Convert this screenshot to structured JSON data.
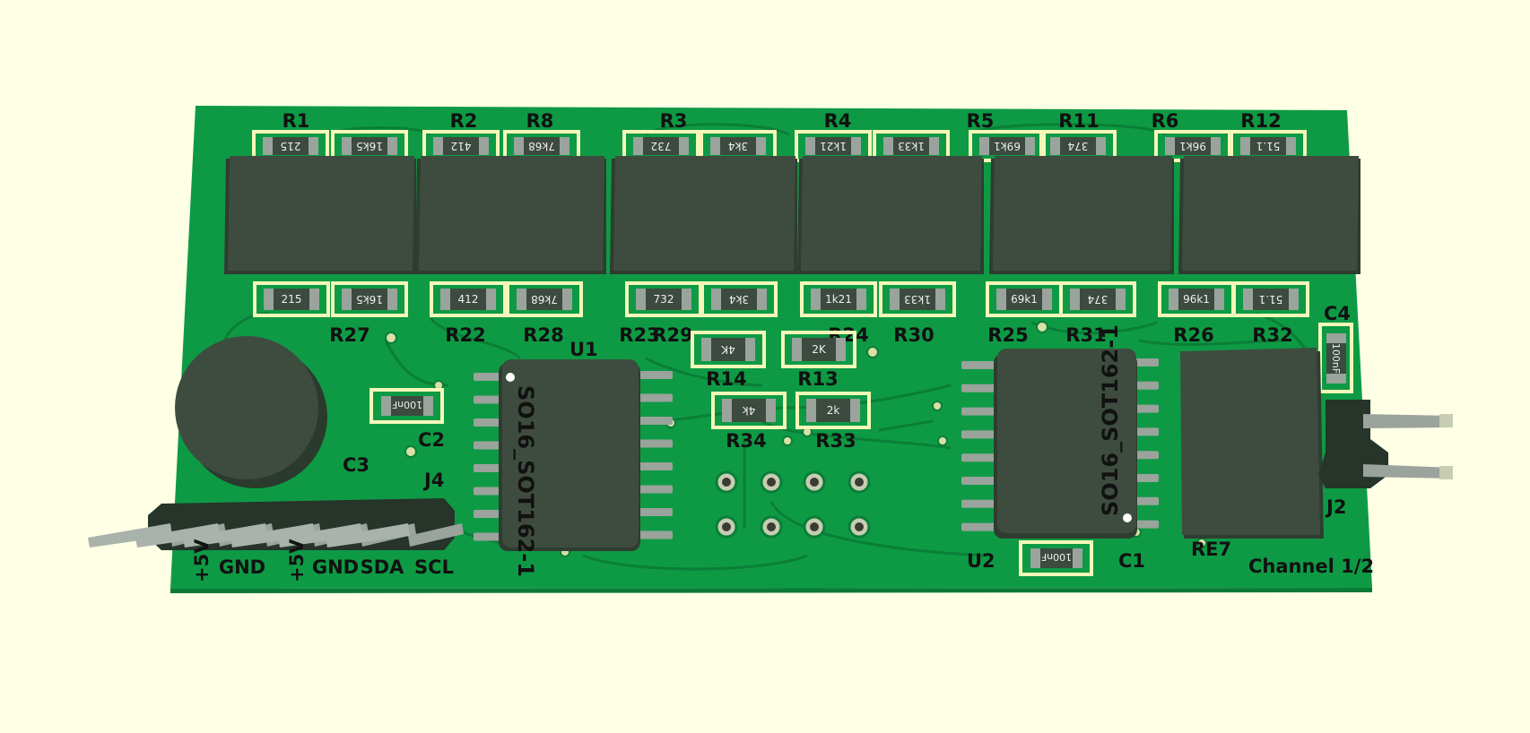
{
  "colors": {
    "background": "#ffffe5",
    "board": "#0e9a45",
    "trace": "#0a7e37",
    "silkscreen": "#f4f7b8",
    "package": "#3e4c3f",
    "metal": "#9aa39c"
  },
  "resistors_top": [
    {
      "ref": "R1",
      "value": "215"
    },
    {
      "ref": "",
      "value": "16k5"
    },
    {
      "ref": "R2",
      "value": "412"
    },
    {
      "ref": "R8",
      "value": "7k68"
    },
    {
      "ref": "R3",
      "value": "732"
    },
    {
      "ref": "",
      "value": "3k4"
    },
    {
      "ref": "R4",
      "value": "1k21"
    },
    {
      "ref": "",
      "value": "1k33"
    },
    {
      "ref": "R5",
      "value": "69k1"
    },
    {
      "ref": "R11",
      "value": "374"
    },
    {
      "ref": "R6",
      "value": "96k1"
    },
    {
      "ref": "R12",
      "value": "51.1"
    }
  ],
  "resistors_bottom": [
    {
      "ref": "R27",
      "value": "215"
    },
    {
      "ref": "",
      "value": "16k5"
    },
    {
      "ref": "R22",
      "value": "412"
    },
    {
      "ref": "R28",
      "value": "7k68"
    },
    {
      "ref": "R23",
      "value": "732"
    },
    {
      "ref": "R29",
      "value": "3k4"
    },
    {
      "ref": "R24",
      "value": "1k21"
    },
    {
      "ref": "R30",
      "value": "1k33"
    },
    {
      "ref": "R25",
      "value": "69k1"
    },
    {
      "ref": "R31",
      "value": "374"
    },
    {
      "ref": "R26",
      "value": "96k1"
    },
    {
      "ref": "R32",
      "value": "51.1"
    }
  ],
  "resistors_mid": [
    {
      "ref": "R14",
      "value": "4K"
    },
    {
      "ref": "R13",
      "value": "2K"
    },
    {
      "ref": "R34",
      "value": "4k"
    },
    {
      "ref": "R33",
      "value": "2k"
    }
  ],
  "capacitors": [
    {
      "ref": "C2",
      "value": "100nF"
    },
    {
      "ref": "C1",
      "value": "100nF"
    },
    {
      "ref": "C4",
      "value": "100nF"
    }
  ],
  "ics": [
    {
      "ref": "U1",
      "package": "SO16_SOT162-1"
    },
    {
      "ref": "U2",
      "package": "SO16_SOT162-1"
    }
  ],
  "labels": {
    "c3": "C3",
    "relay": "RE7",
    "j2": "J2",
    "j4": "J4",
    "channel": "Channel 1/2"
  },
  "connector_pins": [
    "+5V",
    "GND",
    "+5V",
    "GND",
    "SDA",
    "SCL"
  ]
}
